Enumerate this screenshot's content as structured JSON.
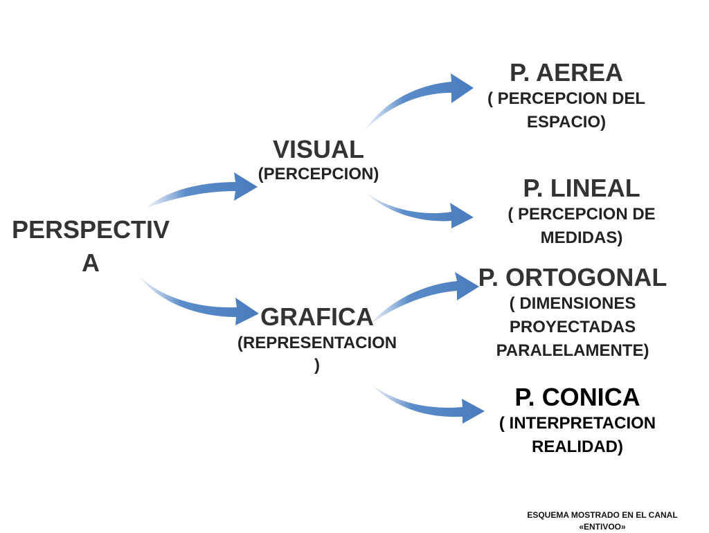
{
  "root": {
    "line1": "PERSPECTIV",
    "line2": "A"
  },
  "visual": {
    "title": "VISUAL",
    "subtitle": "(PERCEPCION)"
  },
  "grafica": {
    "title": "GRAFICA",
    "subtitle_line1": "(REPRESENTACION",
    "subtitle_line2": ")"
  },
  "aerea": {
    "title": "P. AEREA",
    "line1": "( PERCEPCION DEL",
    "line2": "ESPACIO)"
  },
  "lineal": {
    "title": "P. LINEAL",
    "line1": "( PERCEPCION DE",
    "line2": "MEDIDAS)"
  },
  "ortogonal": {
    "title": "P. ORTOGONAL",
    "line1": "( DIMENSIONES",
    "line2": "PROYECTADAS",
    "line3": "PARALELAMENTE)"
  },
  "conica": {
    "title": "P. CONICA",
    "line1": "( INTERPRETACION",
    "line2": "REALIDAD)"
  },
  "footer": {
    "line1": "ESQUEMA MOSTRADO EN EL CANAL",
    "line2": "«ENTIVOO»"
  },
  "colors": {
    "arrow": "#4f81bd",
    "text": "#333333"
  }
}
